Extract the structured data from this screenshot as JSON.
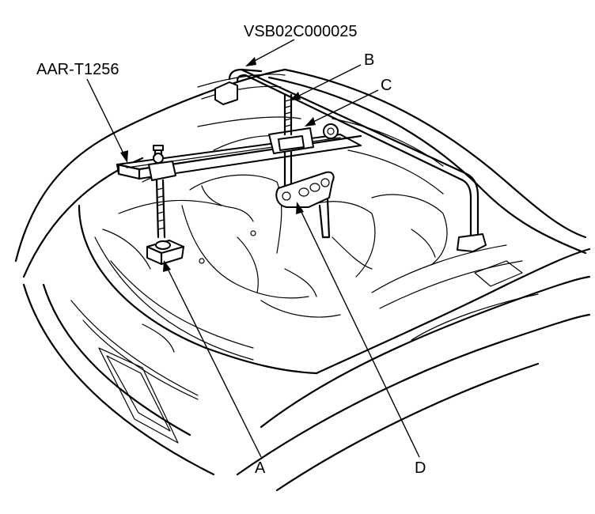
{
  "figure": {
    "callouts": {
      "tool_top": "VSB02C000025",
      "tool_left": "AAR-T1256",
      "b": "B",
      "c": "C",
      "a": "A",
      "d": "D"
    }
  }
}
